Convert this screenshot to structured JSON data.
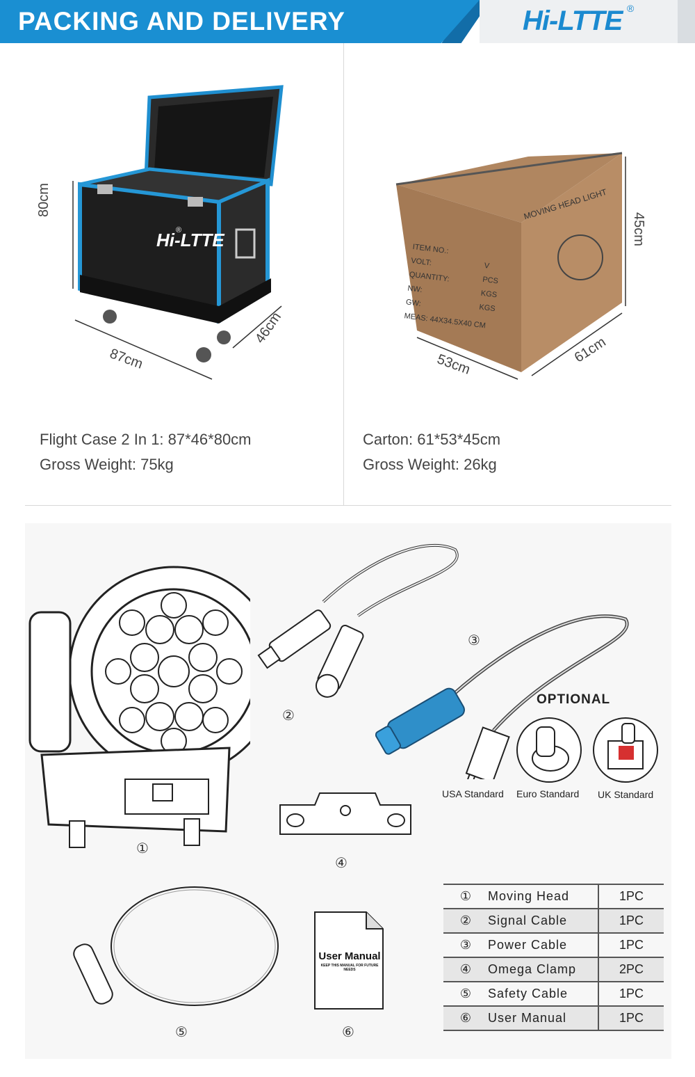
{
  "header": {
    "title": "PACKING AND DELIVERY",
    "brand": "Hi-LTTE",
    "brand_mark": "®",
    "colors": {
      "primary": "#1a8fd2",
      "dark": "#126da8",
      "brand": "#1b8ad0"
    }
  },
  "flight_case": {
    "brand": "Hi-LTTE",
    "brand_mark": "®",
    "dims": {
      "h": "80cm",
      "l": "87cm",
      "w": "46cm"
    },
    "spec_line1": "Flight Case 2 In 1:  87*46*80cm",
    "spec_line2": "Gross Weight: 75kg"
  },
  "carton": {
    "title": "MOVING HEAD LIGHT",
    "print_lines": [
      "ITEM NO.:",
      "VOLT:",
      "QUANTITY:",
      "NW:",
      "GW:",
      "MEAS: 44X34.5X40  CM"
    ],
    "print_units": [
      "V",
      "PCS",
      "KGS",
      "KGS"
    ],
    "dims": {
      "h": "45cm",
      "l": "53cm",
      "w": "61cm"
    },
    "spec_line1": "Carton: 61*53*45cm",
    "spec_line2": "Gross Weight: 26kg"
  },
  "contents": {
    "markers": {
      "moving_head": "①",
      "signal": "②",
      "power": "③",
      "clamp": "④",
      "safety": "⑤",
      "manual": "⑥"
    },
    "optional_label": "OPTIONAL",
    "plugs": [
      "USA Standard",
      "Euro Standard",
      "UK Standard"
    ],
    "manual_cover": {
      "title": "User Manual",
      "subtitle": "KEEP THIS MANUAL FOR FUTURE NEEDS"
    }
  },
  "table": [
    {
      "n": "①",
      "name": "Moving Head",
      "qty": "1PC"
    },
    {
      "n": "②",
      "name": "Signal Cable",
      "qty": "1PC"
    },
    {
      "n": "③",
      "name": "Power Cable",
      "qty": "1PC"
    },
    {
      "n": "④",
      "name": "Omega Clamp",
      "qty": "2PC"
    },
    {
      "n": "⑤",
      "name": "Safety Cable",
      "qty": "1PC"
    },
    {
      "n": "⑥",
      "name": "User Manual",
      "qty": "1PC"
    }
  ]
}
